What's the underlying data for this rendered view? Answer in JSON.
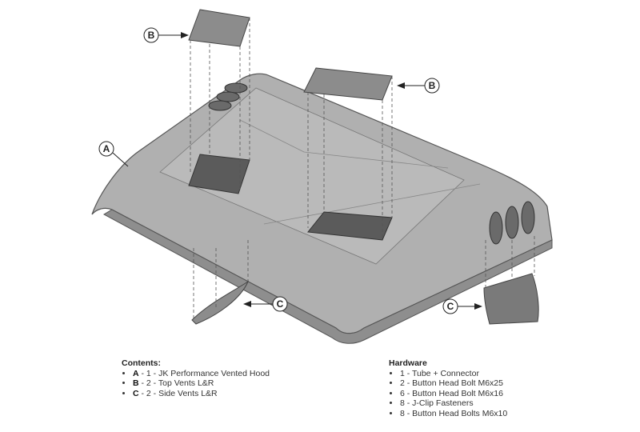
{
  "callouts": {
    "a": "A",
    "b": "B",
    "c": "C"
  },
  "contents": {
    "heading": "Contents:",
    "items": [
      {
        "letter": "A",
        "text": " - 1 - JK Performance Vented Hood"
      },
      {
        "letter": "B",
        "text": " - 2 - Top Vents L&R"
      },
      {
        "letter": "C",
        "text": " - 2 - Side Vents L&R"
      }
    ]
  },
  "hardware": {
    "heading": "Hardware",
    "items": [
      "1 - Tube + Connector",
      "2 - Button Head Bolt M6x25",
      "6 - Button Head Bolt M6x16",
      "8 - J-Clip Fasteners",
      "8 - Button Head Bolts M6x10"
    ]
  },
  "colors": {
    "hood": "#a9a9a9",
    "vent": "#5b5b5b",
    "part": "#8c8c8c"
  }
}
